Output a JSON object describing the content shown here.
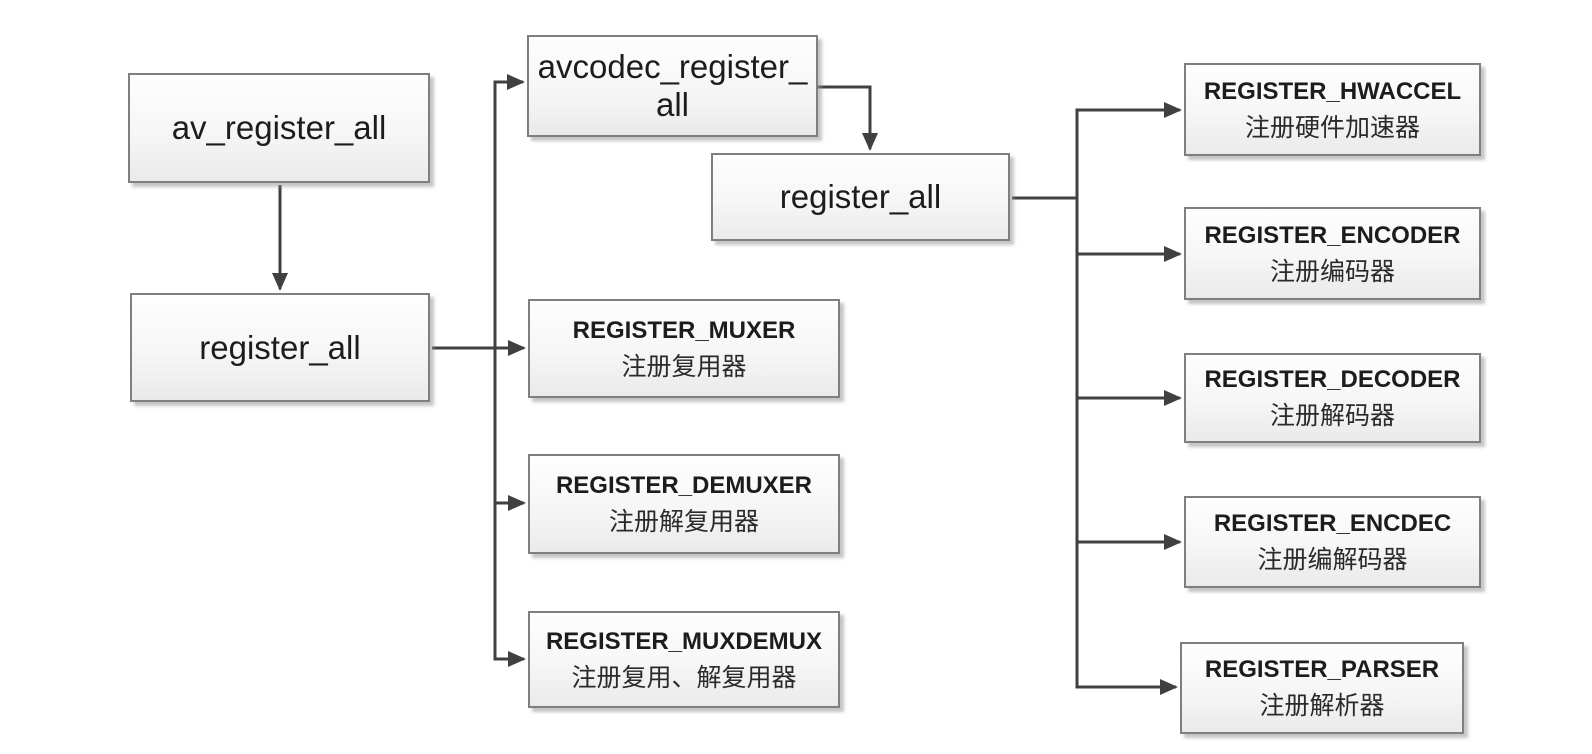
{
  "diagram": {
    "type": "flowchart",
    "description": "FFmpeg registration call flow",
    "colors": {
      "background": "#ffffff",
      "box_border": "#7f7f7f",
      "box_fill_top": "#fefefe",
      "box_fill_bottom": "#eaeaea",
      "connector": "#404040",
      "text": "#1c1c1c"
    },
    "nodes": {
      "av_register_all": {
        "label": "av_register_all"
      },
      "register_all_1": {
        "label": "register_all"
      },
      "avcodec_register_all": {
        "label": "avcodec_register_all"
      },
      "register_all_2": {
        "label": "register_all"
      },
      "register_muxer": {
        "label": "REGISTER_MUXER",
        "sublabel": "注册复用器"
      },
      "register_demuxer": {
        "label": "REGISTER_DEMUXER",
        "sublabel": "注册解复用器"
      },
      "register_muxdemux": {
        "label": "REGISTER_MUXDEMUX",
        "sublabel": "注册复用、解复用器"
      },
      "register_hwaccel": {
        "label": "REGISTER_HWACCEL",
        "sublabel": "注册硬件加速器"
      },
      "register_encoder": {
        "label": "REGISTER_ENCODER",
        "sublabel": "注册编码器"
      },
      "register_decoder": {
        "label": "REGISTER_DECODER",
        "sublabel": "注册解码器"
      },
      "register_encdec": {
        "label": "REGISTER_ENCDEC",
        "sublabel": "注册编解码器"
      },
      "register_parser": {
        "label": "REGISTER_PARSER",
        "sublabel": "注册解析器"
      }
    },
    "edges": [
      {
        "from": "av_register_all",
        "to": "register_all_1"
      },
      {
        "from": "register_all_1",
        "to": "avcodec_register_all"
      },
      {
        "from": "register_all_1",
        "to": "register_muxer"
      },
      {
        "from": "register_all_1",
        "to": "register_demuxer"
      },
      {
        "from": "register_all_1",
        "to": "register_muxdemux"
      },
      {
        "from": "avcodec_register_all",
        "to": "register_all_2"
      },
      {
        "from": "register_all_2",
        "to": "register_hwaccel"
      },
      {
        "from": "register_all_2",
        "to": "register_encoder"
      },
      {
        "from": "register_all_2",
        "to": "register_decoder"
      },
      {
        "from": "register_all_2",
        "to": "register_encdec"
      },
      {
        "from": "register_all_2",
        "to": "register_parser"
      }
    ]
  }
}
